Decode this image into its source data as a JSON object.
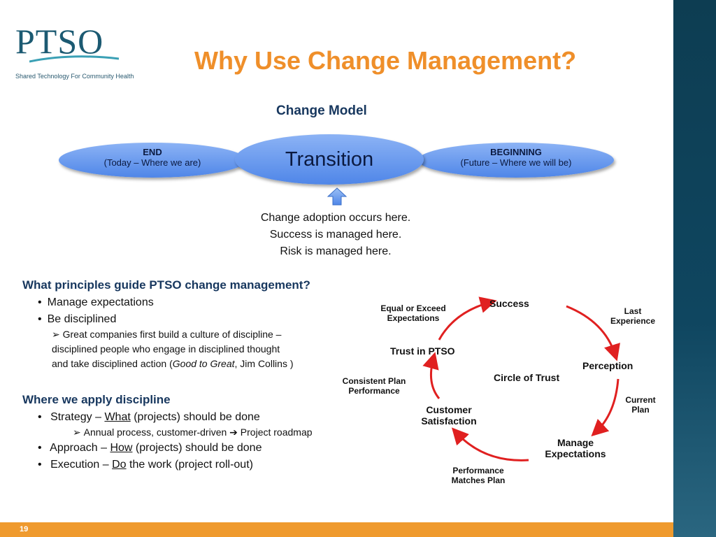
{
  "logo": {
    "name": "PTSO",
    "tagline": "Shared Technology For Community Health"
  },
  "title": "Why Use Change Management?",
  "change_model": {
    "heading": "Change  Model",
    "end_title": "END",
    "end_sub": "(Today – Where we are)",
    "transition": "Transition",
    "beginning_title": "BEGINNING",
    "beginning_sub": "(Future – Where  we will be)",
    "notes": [
      "Change adoption occurs here.",
      "Success is managed here.",
      "Risk is managed here."
    ]
  },
  "principles": {
    "heading": "What principles guide PTSO change management?",
    "bullets": [
      "Manage expectations",
      "Be disciplined"
    ],
    "quote_line1": "Great companies first build a culture of discipline –",
    "quote_line2": "disciplined people who engage in disciplined thought",
    "quote_line3_pre": "and take disciplined action (",
    "quote_book": "Good to Great",
    "quote_line3_post": ", Jim Collins )"
  },
  "apply": {
    "heading": "Where we apply discipline",
    "strategy_pre": "Strategy – ",
    "strategy_key": "What",
    "strategy_post": " (projects) should be done",
    "strategy_sub_pre": "Annual process, customer-driven ",
    "strategy_sub_post": " Project roadmap",
    "approach_pre": "Approach – ",
    "approach_key": "How",
    "approach_post": " (projects) should be done",
    "execution_pre": "Execution – ",
    "execution_key": "Do",
    "execution_post": " the work (project roll-out)"
  },
  "circle": {
    "center": "Circle of  Trust",
    "success": "Success",
    "last_experience_1": "Last",
    "last_experience_2": "Experience",
    "perception": "Perception",
    "current_plan_1": "Current",
    "current_plan_2": "Plan",
    "manage_1": "Manage",
    "manage_2": "Expectations",
    "perf_matches_1": "Performance",
    "perf_matches_2": "Matches Plan",
    "customer_1": "Customer",
    "customer_2": "Satisfaction",
    "consistent_1": "Consistent Plan",
    "consistent_2": "Performance",
    "trust": "Trust in PTSO",
    "equal_1": "Equal or Exceed",
    "equal_2": "Expectations",
    "arrow_color": "#e02020"
  },
  "slide_number": "19"
}
